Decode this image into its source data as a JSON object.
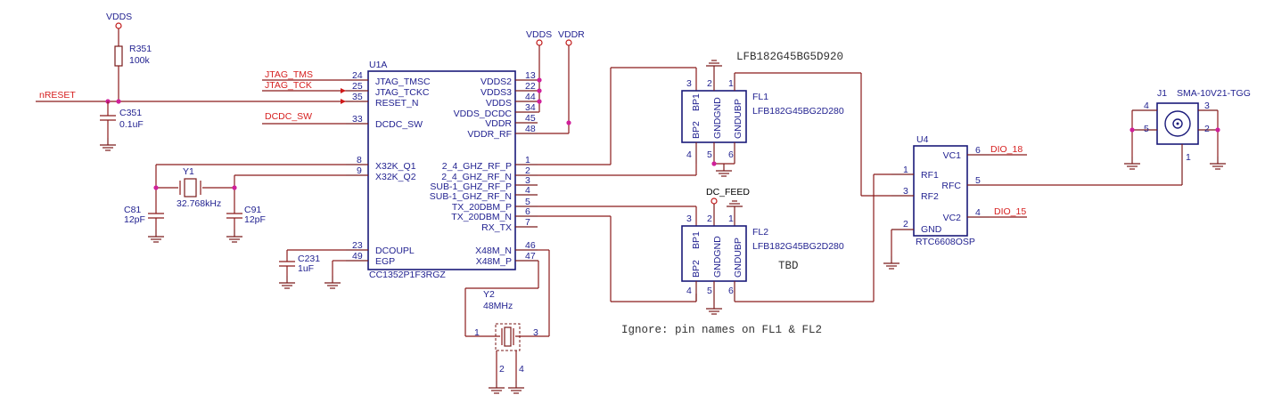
{
  "power": {
    "vdds_top": "VDDS",
    "vdds": "VDDS",
    "vddr": "VDDR",
    "dc_feed": "DC_FEED"
  },
  "resistor": {
    "ref": "R351",
    "value": "100k"
  },
  "c351": {
    "ref": "C351",
    "value": "0.1uF"
  },
  "nets": {
    "nreset": "nRESET",
    "jtag_tms": "JTAG_TMS",
    "jtag_tck": "JTAG_TCK",
    "dcdc_sw": "DCDC_SW",
    "dio18": "DIO_18",
    "dio15": "DIO_15"
  },
  "y1": {
    "ref": "Y1",
    "freq": "32.768kHz"
  },
  "c81": {
    "ref": "C81",
    "value": "12pF"
  },
  "c91": {
    "ref": "C91",
    "value": "12pF"
  },
  "c231": {
    "ref": "C231",
    "value": "1uF"
  },
  "y2": {
    "ref": "Y2",
    "freq": "48MHz",
    "pins": [
      "1",
      "3",
      "2",
      "4"
    ]
  },
  "u1": {
    "ref": "U1A",
    "part": "CC1352P1F3RGZ",
    "left_pins": [
      {
        "num": "24",
        "name": "JTAG_TMSC"
      },
      {
        "num": "25",
        "name": "JTAG_TCKC"
      },
      {
        "num": "35",
        "name": "RESET_N"
      },
      {
        "num": "33",
        "name": "DCDC_SW"
      },
      {
        "num": "8",
        "name": "X32K_Q1"
      },
      {
        "num": "9",
        "name": "X32K_Q2"
      },
      {
        "num": "23",
        "name": "DCOUPL"
      },
      {
        "num": "49",
        "name": "EGP"
      }
    ],
    "right_pins": [
      {
        "num": "13",
        "name": "VDDS2"
      },
      {
        "num": "22",
        "name": "VDDS3"
      },
      {
        "num": "44",
        "name": "VDDS"
      },
      {
        "num": "34",
        "name": "VDDS_DCDC"
      },
      {
        "num": "45",
        "name": "VDDR"
      },
      {
        "num": "48",
        "name": "VDDR_RF"
      },
      {
        "num": "1",
        "name": "2_4_GHZ_RF_P"
      },
      {
        "num": "2",
        "name": "2_4_GHZ_RF_N"
      },
      {
        "num": "3",
        "name": "SUB-1_GHZ_RF_P"
      },
      {
        "num": "4",
        "name": "SUB-1_GHZ_RF_N"
      },
      {
        "num": "5",
        "name": "TX_20DBM_P"
      },
      {
        "num": "6",
        "name": "TX_20DBM_N"
      },
      {
        "num": "7",
        "name": "RX_TX"
      },
      {
        "num": "46",
        "name": "X48M_N"
      },
      {
        "num": "47",
        "name": "X48M_P"
      }
    ]
  },
  "fl1": {
    "ref": "FL1",
    "part": "LFB182G45BG2D280",
    "top_label": "LFB182G45BG5D920",
    "pin_labels": [
      "BP2",
      "BP1",
      "GNDGND",
      "GNDUBP"
    ],
    "top_pins": [
      "3",
      "2",
      "1"
    ],
    "bottom_pins": [
      "4",
      "5",
      "6"
    ]
  },
  "fl2": {
    "ref": "FL2",
    "part": "LFB182G45BG2D280",
    "note": "TBD",
    "pin_labels": [
      "BP2",
      "BP1",
      "GNDGND",
      "GNDUBP"
    ],
    "top_pins": [
      "3",
      "2",
      "1"
    ],
    "bottom_pins": [
      "4",
      "5",
      "6"
    ]
  },
  "u4": {
    "ref": "U4",
    "part": "RTC6608OSP",
    "pins": [
      {
        "num": "1",
        "name": "RF1"
      },
      {
        "num": "3",
        "name": "RF2"
      },
      {
        "num": "2",
        "name": "GND"
      },
      {
        "num": "6",
        "name": "VC1"
      },
      {
        "num": "5",
        "name": "RFC"
      },
      {
        "num": "4",
        "name": "VC2"
      }
    ]
  },
  "j1": {
    "ref": "J1",
    "part": "SMA-10V21-TGG",
    "pins": [
      "4",
      "5",
      "3",
      "2",
      "1"
    ]
  },
  "note": "Ignore: pin names on FL1 & FL2"
}
